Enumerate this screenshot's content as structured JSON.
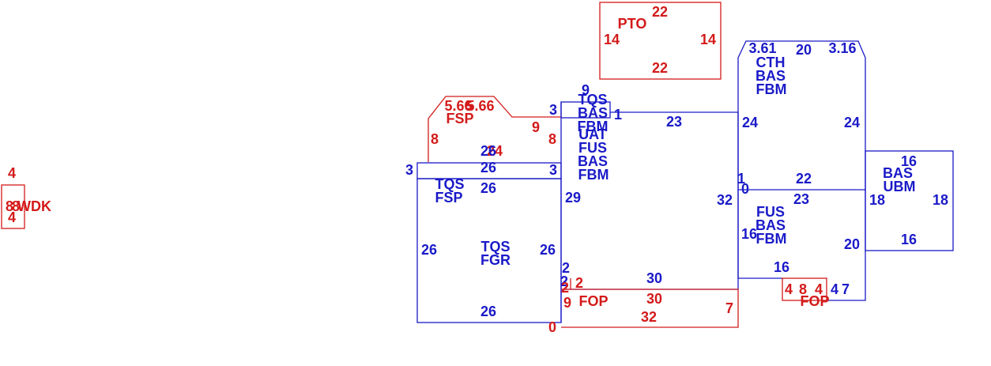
{
  "colors": {
    "primary_lines": "#1a1ac8",
    "secondary_lines": "#d41a1a",
    "background": "#ffffff"
  },
  "areas": {
    "wdk": {
      "code": "WDK",
      "dims": [
        "4",
        "8",
        "8",
        "4"
      ]
    },
    "pto": {
      "code": "PTO",
      "dims": [
        "22",
        "14",
        "14",
        "22"
      ]
    },
    "fsp_top": {
      "code": "FSP",
      "dims": [
        "5.66",
        "5",
        "5.66",
        "9",
        "8",
        "8",
        "24"
      ]
    },
    "tqs_fsp": {
      "codes": [
        "TQS",
        "FSP"
      ],
      "dims": [
        "3",
        "26",
        "26",
        "3",
        "26"
      ]
    },
    "tqs_fgr": {
      "codes": [
        "TQS",
        "FGR"
      ],
      "dims": [
        "26",
        "26",
        "26"
      ]
    },
    "center_stack": {
      "codes": [
        "TQS",
        "BAS",
        "FBM",
        "UAT",
        "FUS",
        "BAS",
        "FBM"
      ],
      "dims": [
        "9",
        "3",
        "1",
        "23",
        "29",
        "32",
        "2",
        "2",
        "30"
      ]
    },
    "cth": {
      "codes": [
        "CTH",
        "BAS",
        "FBM"
      ],
      "dims": [
        "3.61",
        "20",
        "3.16",
        "24",
        "24",
        "1",
        "22"
      ]
    },
    "fus_right": {
      "codes": [
        "FUS",
        "BAS",
        "FBM"
      ],
      "dims": [
        "0",
        "23",
        "16",
        "20",
        "16",
        "7",
        "4"
      ]
    },
    "bas_ubm": {
      "codes": [
        "BAS",
        "UBM"
      ],
      "dims": [
        "16",
        "18",
        "18",
        "16"
      ]
    },
    "fop_bottom": {
      "code": "FOP",
      "dims": [
        "2",
        "2",
        "9",
        "30",
        "7",
        "32",
        "0"
      ]
    },
    "fop_right": {
      "code": "FOP",
      "dims": [
        "4",
        "8",
        "4"
      ]
    }
  }
}
